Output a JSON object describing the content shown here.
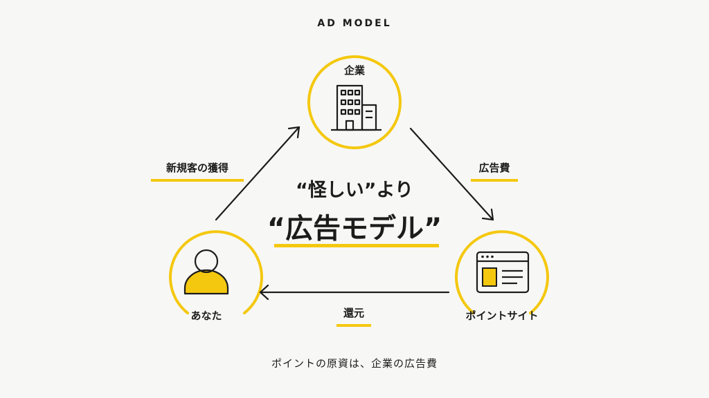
{
  "header": {
    "eyebrow": "AD MODEL"
  },
  "nodes": {
    "company": {
      "label": "企業",
      "icon": "building-icon"
    },
    "you": {
      "label": "あなた",
      "icon": "person-icon"
    },
    "point_site": {
      "label": "ポイントサイト",
      "icon": "browser-window-icon"
    }
  },
  "edges": {
    "you_to_company": {
      "label": "新規客の獲得"
    },
    "company_to_site": {
      "label": "広告費"
    },
    "site_to_you": {
      "label": "還元"
    }
  },
  "center": {
    "subtitle": "“怪しい”より",
    "title": "“広告モデル”"
  },
  "footer": {
    "text": "ポイントの原資は、企業の広告費"
  },
  "colors": {
    "accent": "#f4c80f",
    "ink": "#1c1c1c",
    "background": "#f7f7f6"
  }
}
